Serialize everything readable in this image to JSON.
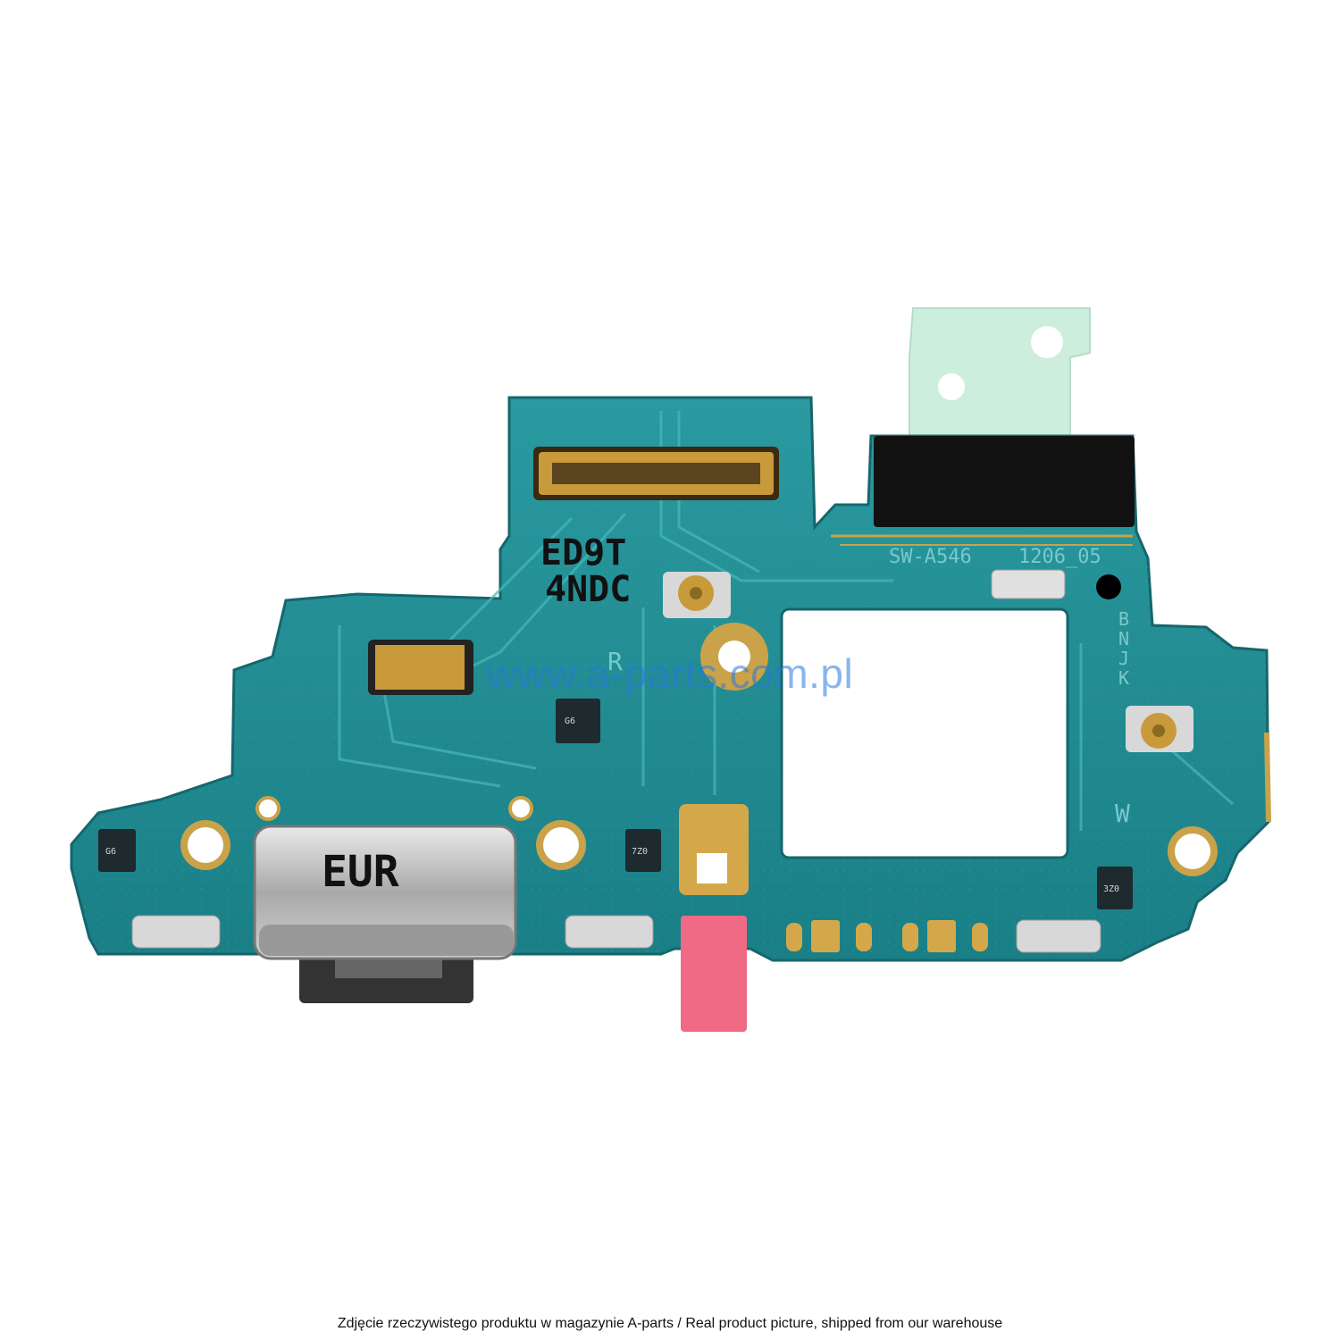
{
  "product_photo": {
    "board_marking_line1": "ED9T",
    "board_marking_line2": "4NDC",
    "model_marking": "SW-A546",
    "revision_marking": "1206_05",
    "connector_label": "EUR",
    "silkscreen_letters": [
      "B",
      "N",
      "J",
      "K"
    ],
    "silkscreen_r": "R",
    "silkscreen_w": "W",
    "chip_labels": [
      "G6",
      "7Z0",
      "3Z0",
      "G6"
    ]
  },
  "watermark": {
    "text": "www.a-parts.com.pl",
    "color": "#2878dc"
  },
  "caption": {
    "text": "Zdjęcie rzeczywistego produktu w magazynie A-parts / Real product picture, shipped from our warehouse"
  },
  "colors": {
    "pcb": "#1f8f94",
    "pcb_dark": "#16737a",
    "gold": "#d4a84a",
    "film": "#cdeedc",
    "tape": "#f06a86"
  }
}
